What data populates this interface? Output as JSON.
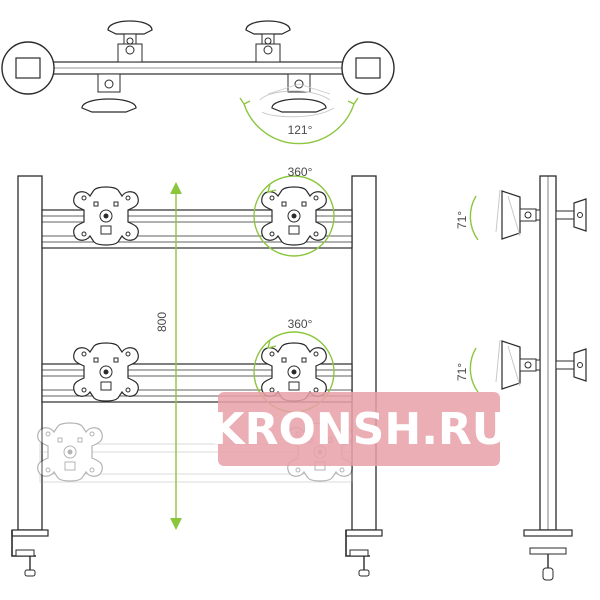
{
  "diagram": {
    "top_view": {
      "angle_label": "121°"
    },
    "front_view": {
      "height_label": "800",
      "rotation_top_label": "360°",
      "rotation_bottom_label": "360°"
    },
    "side_view": {
      "tilt_top_label": "71°",
      "tilt_bottom_label": "71°"
    },
    "watermark": "KRONSH.RU"
  },
  "colors": {
    "line": "#2b2b2b",
    "accent": "#8cc63f",
    "watermark_bg": "#e8a0a8",
    "ghost": "#d9d9d9"
  }
}
